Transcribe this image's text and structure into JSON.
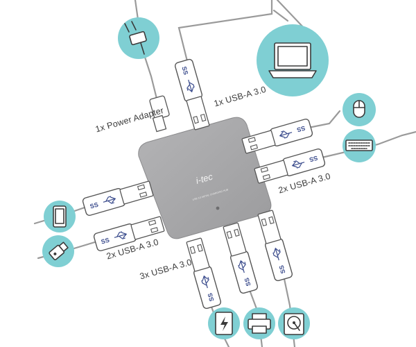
{
  "hub": {
    "brand": "i-tec",
    "subtitle": "USB 3.0 METAL CHARGING HUB"
  },
  "labels": {
    "power": "1x Power Adapter",
    "top_usb": "1x USB-A 3.0",
    "right_usb": "2x USB-A 3.0",
    "left_usb": "2x USB-A 3.0",
    "bottom_usb": "3x USB-A 3.0"
  },
  "connector_mark": "SS",
  "icons": {
    "power": "power-plug-icon",
    "laptop": "laptop-icon",
    "mouse": "mouse-icon",
    "keyboard": "keyboard-icon",
    "phone": "smartphone-icon",
    "usb_stick": "usb-flash-drive-icon",
    "tablet": "tablet-charging-icon",
    "printer": "printer-icon",
    "hdd": "hard-drive-icon"
  },
  "colors": {
    "icon_circle": "#7fcfd3",
    "hub_body": "#a7a7a9",
    "cable": "#9a9a9a"
  }
}
